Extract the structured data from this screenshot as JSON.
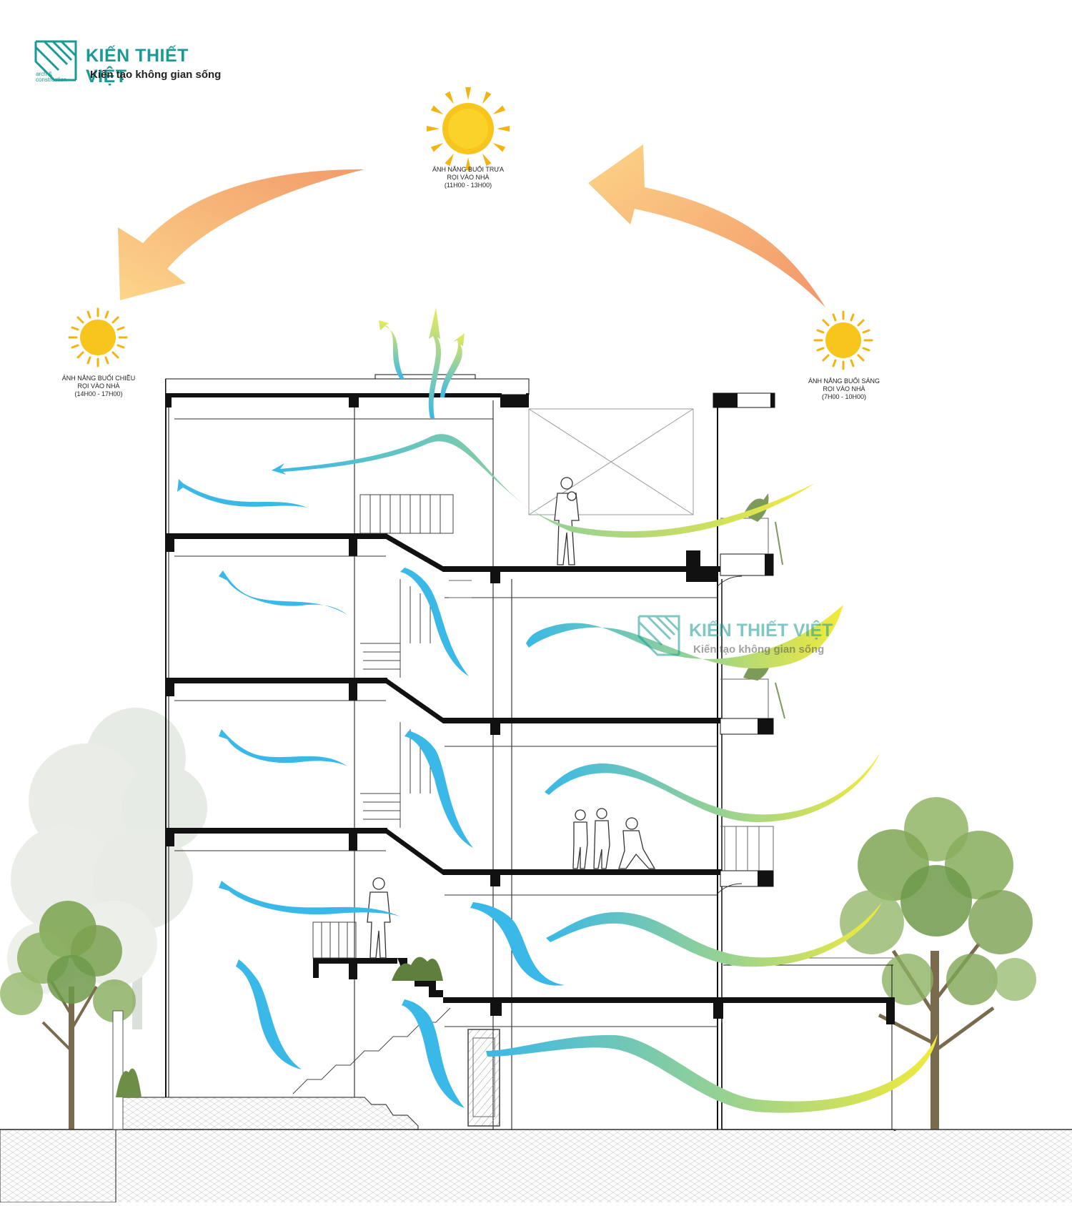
{
  "brand": {
    "name": "KIẾN THIẾT VIỆT",
    "tagline": "Kiến tạo không gian sống",
    "sub_line1": "arch &",
    "sub_line2": "construction",
    "color": "#1a9a94"
  },
  "sun_labels": {
    "noon": {
      "line1": "ÁNH NẮNG BUỔI TRƯA",
      "line2": "RỌI VÀO NHÀ",
      "line3": "(11H00 - 13H00)"
    },
    "afternoon": {
      "line1": "ÁNH NẮNG BUỔI CHIỀU",
      "line2": "RỌI VÀO NHÀ",
      "line3": "(14H00 - 17H00)"
    },
    "morning": {
      "line1": "ÁNH NẮNG BUỔI SÁNG",
      "line2": "RỌI VÀO NHÀ",
      "line3": "(7H00 - 10H00)"
    }
  },
  "colors": {
    "sun": "#f7c21a",
    "sun_ray": "#f3b310",
    "arc_warm": "#f29b6a",
    "arc_light": "#fbd184",
    "wind_blue": "#3ab8e8",
    "wind_green": "#9ed08a",
    "wind_yellow": "#eee83a",
    "structure": "#111111",
    "tree_green": "#6f9a4a",
    "tree_pale": "#c9d2c2"
  }
}
